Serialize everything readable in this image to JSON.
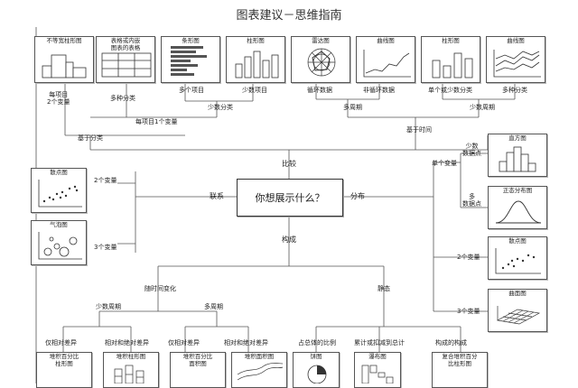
{
  "title": "图表建议－思维指南",
  "center": "你想展示什么？",
  "branches": {
    "compare": "比较",
    "relation": "联系",
    "distribution": "分布",
    "composition": "构成"
  },
  "top_boxes": [
    {
      "label": "不等宽柱形图",
      "icon": "variable-width-bar-icon"
    },
    {
      "label": "表格或内嵌\n图表的表格",
      "icon": "table-icon"
    },
    {
      "label": "条形图",
      "icon": "bar-chart-icon"
    },
    {
      "label": "柱形图",
      "icon": "column-chart-icon"
    },
    {
      "label": "雷达图",
      "icon": "radar-chart-icon"
    },
    {
      "label": "曲线图",
      "icon": "line-chart-icon"
    },
    {
      "label": "柱形图",
      "icon": "column-chart-icon"
    },
    {
      "label": "曲线图",
      "icon": "multi-line-chart-icon"
    }
  ],
  "compare_labels": {
    "per_item_two_vars": "每项目\n2个变量",
    "multi_category": "多种分类",
    "many_items": "多个项目",
    "few_items": "少数项目",
    "cyclic": "循环数据",
    "non_cyclic": "非循环数据",
    "single_or_few_cat": "单个或少数分类",
    "multi_cat": "多种分类",
    "few_cats": "少数分类",
    "many_periods": "多周期",
    "few_periods": "少数周期",
    "per_item_one_var": "每项目1个变量",
    "by_category": "基于分类",
    "by_time": "基于时间"
  },
  "relation": {
    "scatter_label": "散点图",
    "bubble_label": "气泡图",
    "two_vars": "2个变量",
    "three_vars": "3个变量"
  },
  "distribution": {
    "single_var": "单个变量",
    "few_points": "少数\n数据点",
    "many_points": "多\n数据点",
    "two_vars": "2个变量",
    "three_vars": "3个变量",
    "histogram": "直方图",
    "normal_curve": "正态分布图",
    "scatter": "散点图",
    "surface": "曲面图"
  },
  "composition": {
    "over_time": "随时间变化",
    "static": "静态",
    "few_periods": "少数周期",
    "many_periods": "多周期",
    "relative_only": "仅相对差异",
    "relative_absolute": "相对和绝对差异",
    "relative_only_2": "仅相对差异",
    "relative_absolute_2": "相对和绝对差异",
    "share_of_total": "占总体的比例",
    "accumulate": "累计或扣减到总计",
    "component": "构成的构成"
  },
  "bottom_boxes": [
    {
      "label": "堆积百分比\n柱形图",
      "icon": "stacked-percent-column-icon"
    },
    {
      "label": "堆积柱形图",
      "icon": "stacked-column-icon"
    },
    {
      "label": "堆积百分比\n面积图",
      "icon": "stacked-percent-area-icon"
    },
    {
      "label": "堆积面积图",
      "icon": "stacked-area-icon"
    },
    {
      "label": "饼图",
      "icon": "pie-chart-icon"
    },
    {
      "label": "瀑布图",
      "icon": "waterfall-chart-icon"
    },
    {
      "label": "复合堆积百分\n比柱形图",
      "icon": "composite-stacked-column-icon"
    }
  ]
}
